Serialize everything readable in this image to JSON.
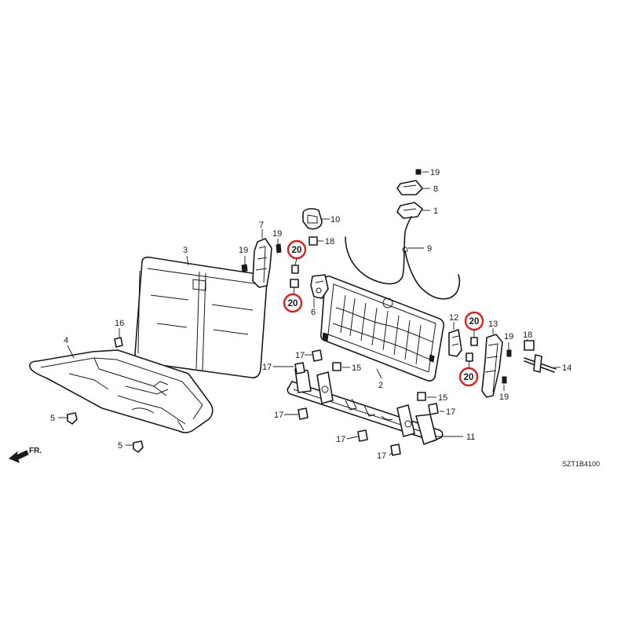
{
  "diagram_code": "SZT1B4100",
  "direction_label": "FR.",
  "highlight_color": "#e0201b",
  "callouts": [
    {
      "id": "c1",
      "label": "1"
    },
    {
      "id": "c2",
      "label": "2"
    },
    {
      "id": "c3",
      "label": "3"
    },
    {
      "id": "c4",
      "label": "4"
    },
    {
      "id": "c5a",
      "label": "5"
    },
    {
      "id": "c5b",
      "label": "5"
    },
    {
      "id": "c6",
      "label": "6"
    },
    {
      "id": "c7",
      "label": "7"
    },
    {
      "id": "c8",
      "label": "8"
    },
    {
      "id": "c9",
      "label": "9"
    },
    {
      "id": "c10",
      "label": "10"
    },
    {
      "id": "c11",
      "label": "11"
    },
    {
      "id": "c12",
      "label": "12"
    },
    {
      "id": "c13",
      "label": "13"
    },
    {
      "id": "c14",
      "label": "14"
    },
    {
      "id": "c15a",
      "label": "15"
    },
    {
      "id": "c15b",
      "label": "15"
    },
    {
      "id": "c16",
      "label": "16"
    },
    {
      "id": "c17a",
      "label": "17"
    },
    {
      "id": "c17b",
      "label": "17"
    },
    {
      "id": "c17c",
      "label": "17"
    },
    {
      "id": "c17d",
      "label": "17"
    },
    {
      "id": "c17e",
      "label": "17"
    },
    {
      "id": "c18a",
      "label": "18"
    },
    {
      "id": "c18b",
      "label": "18"
    },
    {
      "id": "c19a",
      "label": "19"
    },
    {
      "id": "c19b",
      "label": "19"
    },
    {
      "id": "c19c",
      "label": "19"
    },
    {
      "id": "c19d",
      "label": "19"
    },
    {
      "id": "c19e",
      "label": "19"
    }
  ],
  "highlighted_callouts": [
    {
      "id": "h20a",
      "label": "20"
    },
    {
      "id": "h20b",
      "label": "20"
    },
    {
      "id": "h20c",
      "label": "20"
    },
    {
      "id": "h20d",
      "label": "20"
    }
  ]
}
